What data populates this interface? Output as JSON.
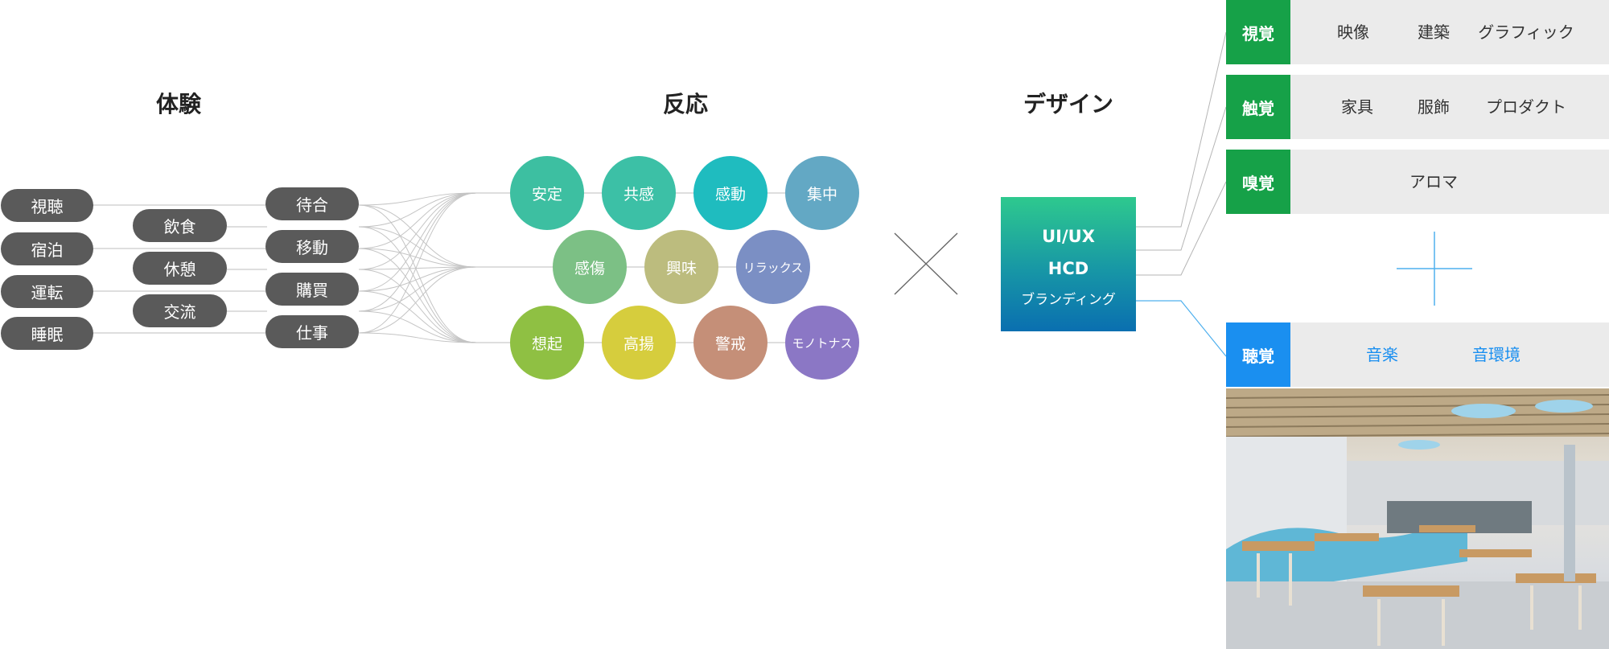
{
  "headings": {
    "experience": "体験",
    "reaction": "反応",
    "design": "デザイン"
  },
  "experience": {
    "col1": [
      "視聴",
      "宿泊",
      "運転",
      "睡眠"
    ],
    "col2": [
      "飲食",
      "休憩",
      "交流"
    ],
    "col3": [
      "待合",
      "移動",
      "購買",
      "仕事"
    ]
  },
  "reactions": [
    {
      "label": "安定",
      "color": "#3dbfa1"
    },
    {
      "label": "共感",
      "color": "#3cc0a6"
    },
    {
      "label": "感動",
      "color": "#1fbcbf"
    },
    {
      "label": "集中",
      "color": "#63a8c4"
    },
    {
      "label": "感傷",
      "color": "#7cc085"
    },
    {
      "label": "興味",
      "color": "#bcbc7e"
    },
    {
      "label": "リラックス",
      "color": "#7b8fc4"
    },
    {
      "label": "想起",
      "color": "#8fc043"
    },
    {
      "label": "高揚",
      "color": "#d6cd3d"
    },
    {
      "label": "警戒",
      "color": "#c58f78"
    },
    {
      "label": "モノトナス",
      "color": "#8b77c5"
    }
  ],
  "design": {
    "line1": "UI/UX",
    "line2": "HCD",
    "line3": "ブランディング"
  },
  "senses": {
    "sight": {
      "label": "視覚",
      "items": [
        "映像",
        "建築",
        "グラフィック"
      ]
    },
    "touch": {
      "label": "触覚",
      "items": [
        "家具",
        "服飾",
        "プロダクト"
      ]
    },
    "smell": {
      "label": "嗅覚",
      "items": [
        "アロマ"
      ]
    },
    "hearing": {
      "label": "聴覚",
      "items": [
        "音楽",
        "音環境"
      ]
    }
  },
  "colors": {
    "pill": "#5a5a5a",
    "senseGreen": "#16a148",
    "senseBlue": "#1a8ff0",
    "hearingText": "#1a8ff0",
    "line": "#b5b5b5",
    "blueLine": "#4fb0ee"
  }
}
